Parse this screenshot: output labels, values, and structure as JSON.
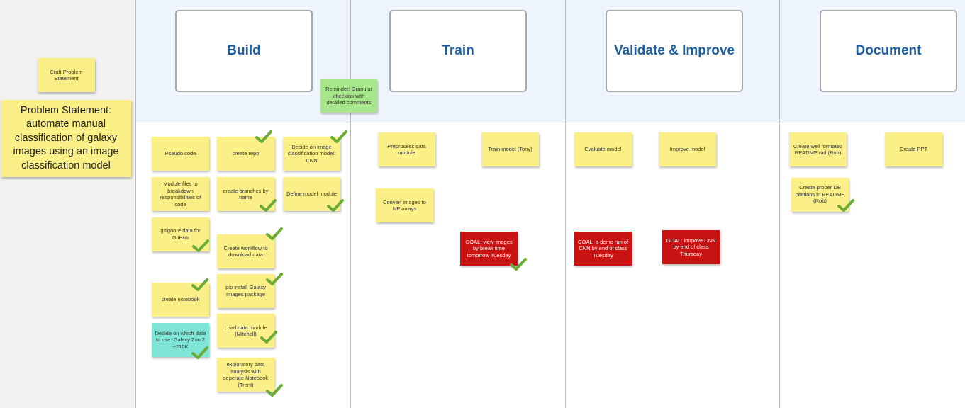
{
  "sidebar": {
    "craft_note": "Craft Problem Statement",
    "problem_statement": "Problem Statement: automate manual classification of galaxy images using an image classification model"
  },
  "columns": {
    "build": {
      "title": "Build",
      "notes": {
        "pseudo_code": "Pseudo code",
        "create_repo": "create repo",
        "decide_model": "Decide on image classification model: CNN",
        "module_files": "Module files to breakdown responsibilities of code",
        "create_branches": "create branches by name",
        "define_model": "Define model module",
        "gitignore": "gitignore data for GitHub",
        "workflow": "Create workflow to download data",
        "create_notebook": "create notebook",
        "pip_install": "pip install Galaxy Images package",
        "decide_data": "Decide on which data to use: Galaxy Zoo 2 ~210K",
        "load_data": "Load data module (Mitchell)",
        "eda": "exploratory data analysis with seperate Notebook (Trent)"
      }
    },
    "train": {
      "title": "Train",
      "notes": {
        "preprocess": "Preprocess data module",
        "train_model": "Train model (Tony)",
        "convert": "Convert images to NP arrays",
        "goal": "GOAL: view images by break time tomorrow Tuesday"
      }
    },
    "validate": {
      "title": "Validate & Improve",
      "notes": {
        "evaluate": "Evaluate model",
        "improve": "Improve model",
        "goal_demo": "GOAL: a demo run of CNN by end of class Tuesday",
        "goal_improve": "GOAL: imrpove CNN by end of class Thursday"
      }
    },
    "document": {
      "title": "Document",
      "notes": {
        "readme": "Create well formated README.md (Rob)",
        "ppt": "Create PPT",
        "citations": "Create proper DB citations in README (Rob)"
      }
    }
  },
  "reminder": "Reminder: Granular checkins with detailed comments",
  "colors": {
    "sticky_yellow": "#fbef87",
    "sticky_teal": "#7ee5d7",
    "sticky_green": "#a8e68c",
    "sticky_red": "#c91212",
    "title_blue": "#1f5e9e",
    "check_green": "#6aab3a"
  },
  "icons": {
    "done": "checkmark-icon"
  }
}
